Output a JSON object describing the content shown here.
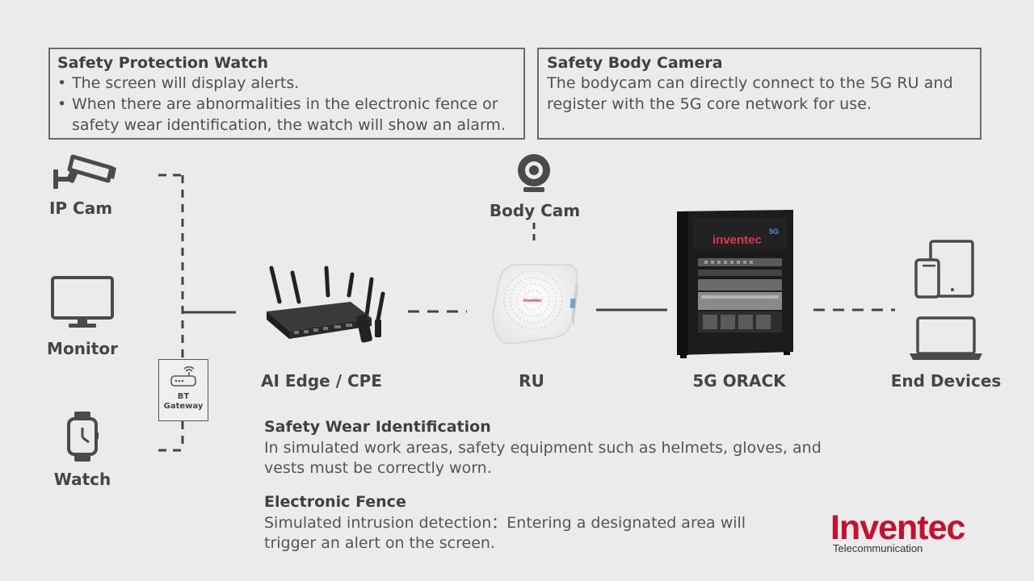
{
  "watch_box": {
    "title": "Safety Protection Watch",
    "bullets": [
      "The screen will display alerts.",
      "When there are abnormalities in the electronic fence or safety wear identification, the watch will show an alarm."
    ]
  },
  "bodycam_box": {
    "title": "Safety Body Camera",
    "text": "The bodycam can directly connect to the 5G RU and register with the 5G core network for use."
  },
  "nodes": {
    "ipcam": "IP Cam",
    "monitor": "Monitor",
    "watch": "Watch",
    "gateway_line1": "BT",
    "gateway_line2": "Gateway",
    "aiedge": "AI Edge / CPE",
    "bodycam": "Body Cam",
    "ru": "RU",
    "orack": "5G ORACK",
    "rack_brand": "inventec",
    "rack_badge": "5G",
    "ru_brand": "inventec",
    "enddevices": "End Devices"
  },
  "sections": {
    "safety_wear": {
      "title": "Safety Wear Identification",
      "text": "In simulated work areas, safety equipment such as helmets, gloves, and vests must be correctly worn."
    },
    "fence": {
      "title": "Electronic Fence",
      "text": "Simulated intrusion detection：Entering a designated area will trigger an alert on the screen."
    }
  },
  "logo": {
    "brand": "Inventec",
    "sub": "Telecommunication"
  },
  "colors": {
    "brand_red": "#c8102e",
    "line": "#444444",
    "icon": "#4a4a4a",
    "background": "#ebebeb"
  }
}
